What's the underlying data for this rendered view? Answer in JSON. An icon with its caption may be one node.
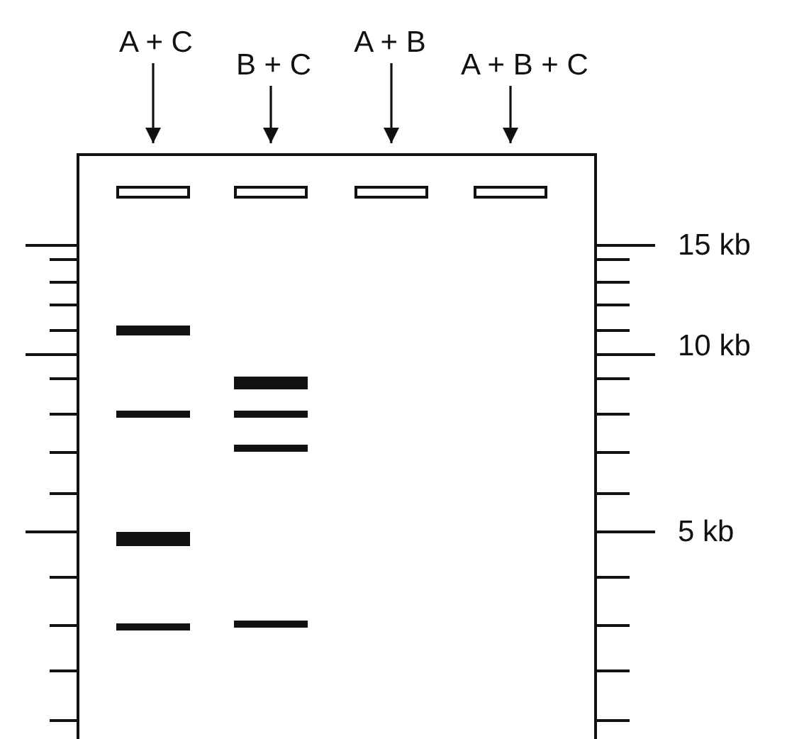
{
  "diagram": {
    "nodes": [
      {
        "text": [
          "A + C"
        ]
      },
      {
        "text": [
          "B + C"
        ]
      },
      {
        "text": [
          "A + B"
        ]
      },
      {
        "text": [
          "A + B + C"
        ]
      },
      {
        "text": [],
        "shape": "box"
      },
      {
        "text": [],
        "shape": "box"
      },
      {
        "text": [],
        "shape": "box"
      },
      {
        "text": [],
        "shape": "box"
      }
    ],
    "edges": [
      {
        "from": 0,
        "to": 4,
        "arrow": "to"
      },
      {
        "from": 1,
        "to": 5,
        "arrow": "to"
      },
      {
        "from": 2,
        "to": 6,
        "arrow": "to"
      },
      {
        "from": 3,
        "to": 7,
        "arrow": "to"
      }
    ],
    "labels": [
      "15 kb",
      "10 kb",
      "5 kb"
    ]
  }
}
